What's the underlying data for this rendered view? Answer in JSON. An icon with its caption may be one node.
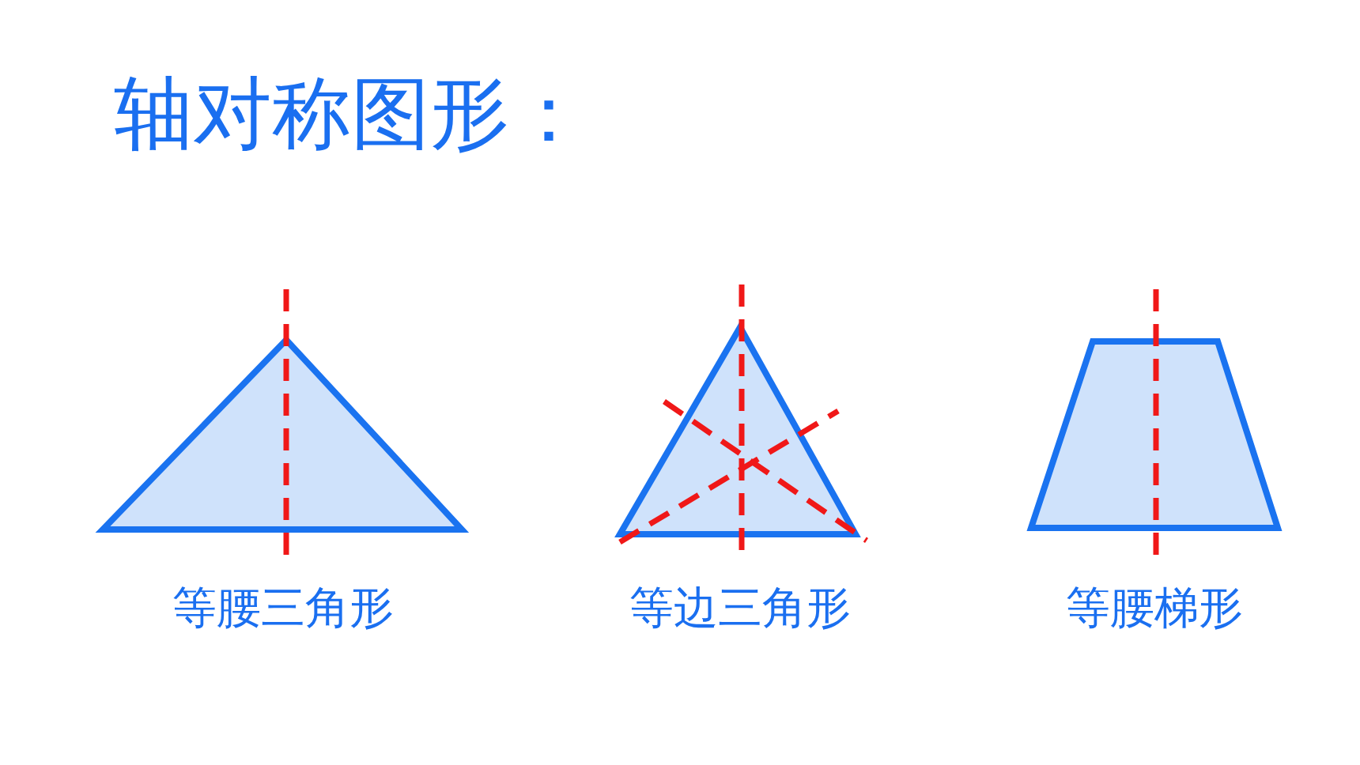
{
  "diagram": {
    "title": "轴对称图形：",
    "nodes": [
      {
        "text": [
          "等腰三角形"
        ]
      },
      {
        "text": [
          "等边三角形"
        ]
      },
      {
        "text": [
          "等腰梯形"
        ]
      }
    ]
  }
}
